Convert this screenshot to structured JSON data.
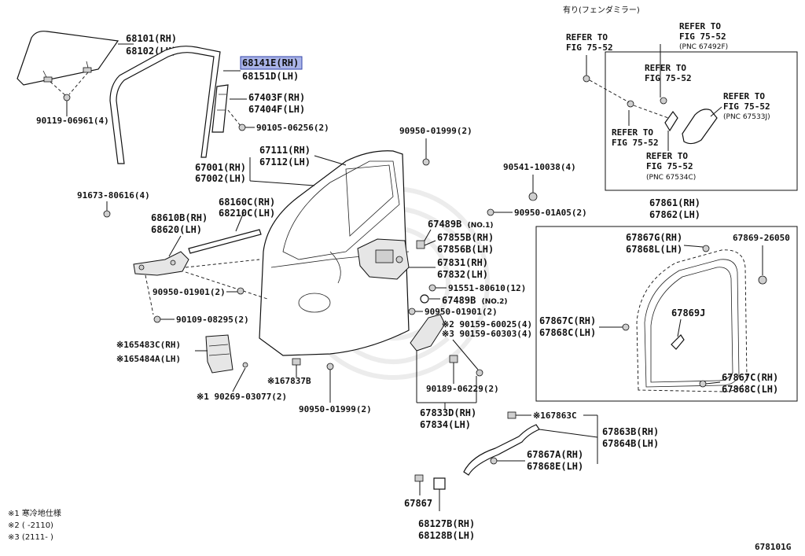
{
  "diagram_id": "678101G",
  "highlighted_part": "68141E(RH)",
  "inset_top_title": "有り(フェンダミラー)",
  "parts": {
    "p68101": "68101(RH)",
    "p68102": "68102(LH)",
    "p90119": "90119-06961(4)",
    "p68141e": "68141E(RH)",
    "p68151d": "68151D(LH)",
    "p67403f": "67403F(RH)",
    "p67404f": "67404F(LH)",
    "p90105": "90105-06256(2)",
    "p67111": "67111(RH)",
    "p67112": "67112(LH)",
    "p67001": "67001(RH)",
    "p67002": "67002(LH)",
    "p91673": "91673-80616(4)",
    "p68160c": "68160C(RH)",
    "p68210c": "68210C(LH)",
    "p68610b": "68610B(RH)",
    "p68620": "68620(LH)",
    "p90950_01999_top": "90950-01999(2)",
    "p90541": "90541-10038(4)",
    "p90950_01a05": "90950-01A05(2)",
    "p67489b_1": "67489B",
    "p67489b_1_note": "(NO.1)",
    "p67855b": "67855B(RH)",
    "p67856b": "67856B(LH)",
    "p67831": "67831(RH)",
    "p67832": "67832(LH)",
    "p91551": "91551-80610(12)",
    "p67489b_2": "67489B",
    "p67489b_2_note": "(NO.2)",
    "p90950_01901_left": "90950-01901(2)",
    "p90950_01901_right": "90950-01901(2)",
    "p90109": "90109-08295(2)",
    "p90159_60025": "※2 90159-60025(4)",
    "p90159_60303": "※3 90159-60303(4)",
    "p165483c": "※165483C(RH)",
    "p165484a": "※165484A(LH)",
    "p167837b": "※167837B",
    "p90269": "※1 90269-03077(2)",
    "p90950_01999_bot": "90950-01999(2)",
    "p90189": "90189-06229(2)",
    "p67833d": "67833D(RH)",
    "p67834": "67834(LH)",
    "p167863c": "※167863C",
    "p67863b": "67863B(RH)",
    "p67864b": "67864B(LH)",
    "p67867a": "67867A(RH)",
    "p67868e": "67868E(LH)",
    "p67867": "67867",
    "p68127b": "68127B(RH)",
    "p68128b": "68128B(LH)",
    "p67861": "67861(RH)",
    "p67862": "67862(LH)",
    "p67867g": "67867G(RH)",
    "p67868l": "67868L(LH)",
    "p67869_26050": "67869-26050",
    "p67869j": "67869J",
    "p67867c_l": "67867C(RH)",
    "p67868c_l": "67868C(LH)",
    "p67867c_r": "67867C(RH)",
    "p67868c_r": "67868C(LH)"
  },
  "inset_refs": {
    "ref1": [
      "REFER TO",
      "FIG 75-52"
    ],
    "ref2": [
      "REFER TO",
      "FIG 75-52",
      "(PNC 67492F)"
    ],
    "ref3": [
      "REFER TO",
      "FIG 75-52"
    ],
    "ref4": [
      "REFER TO",
      "FIG 75-52",
      "(PNC 67533J)"
    ],
    "ref5": [
      "REFER TO",
      "FIG 75-52"
    ],
    "ref6": [
      "REFER TO",
      "FIG 75-52",
      "(PNC 67534C)"
    ]
  },
  "notes": [
    "※1 寒冷地仕様",
    "※2 (      -2110)",
    "※3 (2111-      )"
  ]
}
